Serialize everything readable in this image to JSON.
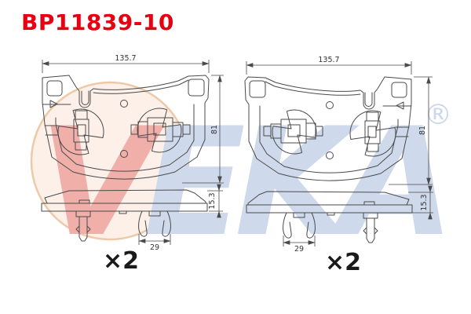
{
  "title": {
    "text": "BP11839-10",
    "color": "#e60012"
  },
  "watermark": {
    "letters": [
      {
        "char": "V",
        "color": "#f0afa9"
      },
      {
        "char": "E",
        "color": "#cfd9ec"
      },
      {
        "char": "K",
        "color": "#cfd9ec"
      },
      {
        "char": "A",
        "color": "#cfd9ec"
      }
    ],
    "registered_mark": "®",
    "registered_color": "#cdd7eb",
    "circle_fill": "#fdf0e8",
    "circle_stroke": "#edc9a7"
  },
  "line_color": "#4a4a4a",
  "dim_color": "#333333",
  "quantity_color": "#1a1a1a",
  "drawings": [
    {
      "position": "left",
      "width": "135.7",
      "height": "81",
      "thickness": "15.3",
      "clip_width": "29",
      "quantity": "×2"
    },
    {
      "position": "right",
      "width": "135.7",
      "height": "81",
      "thickness": "15.3",
      "clip_width": "29",
      "quantity": "×2"
    }
  ]
}
